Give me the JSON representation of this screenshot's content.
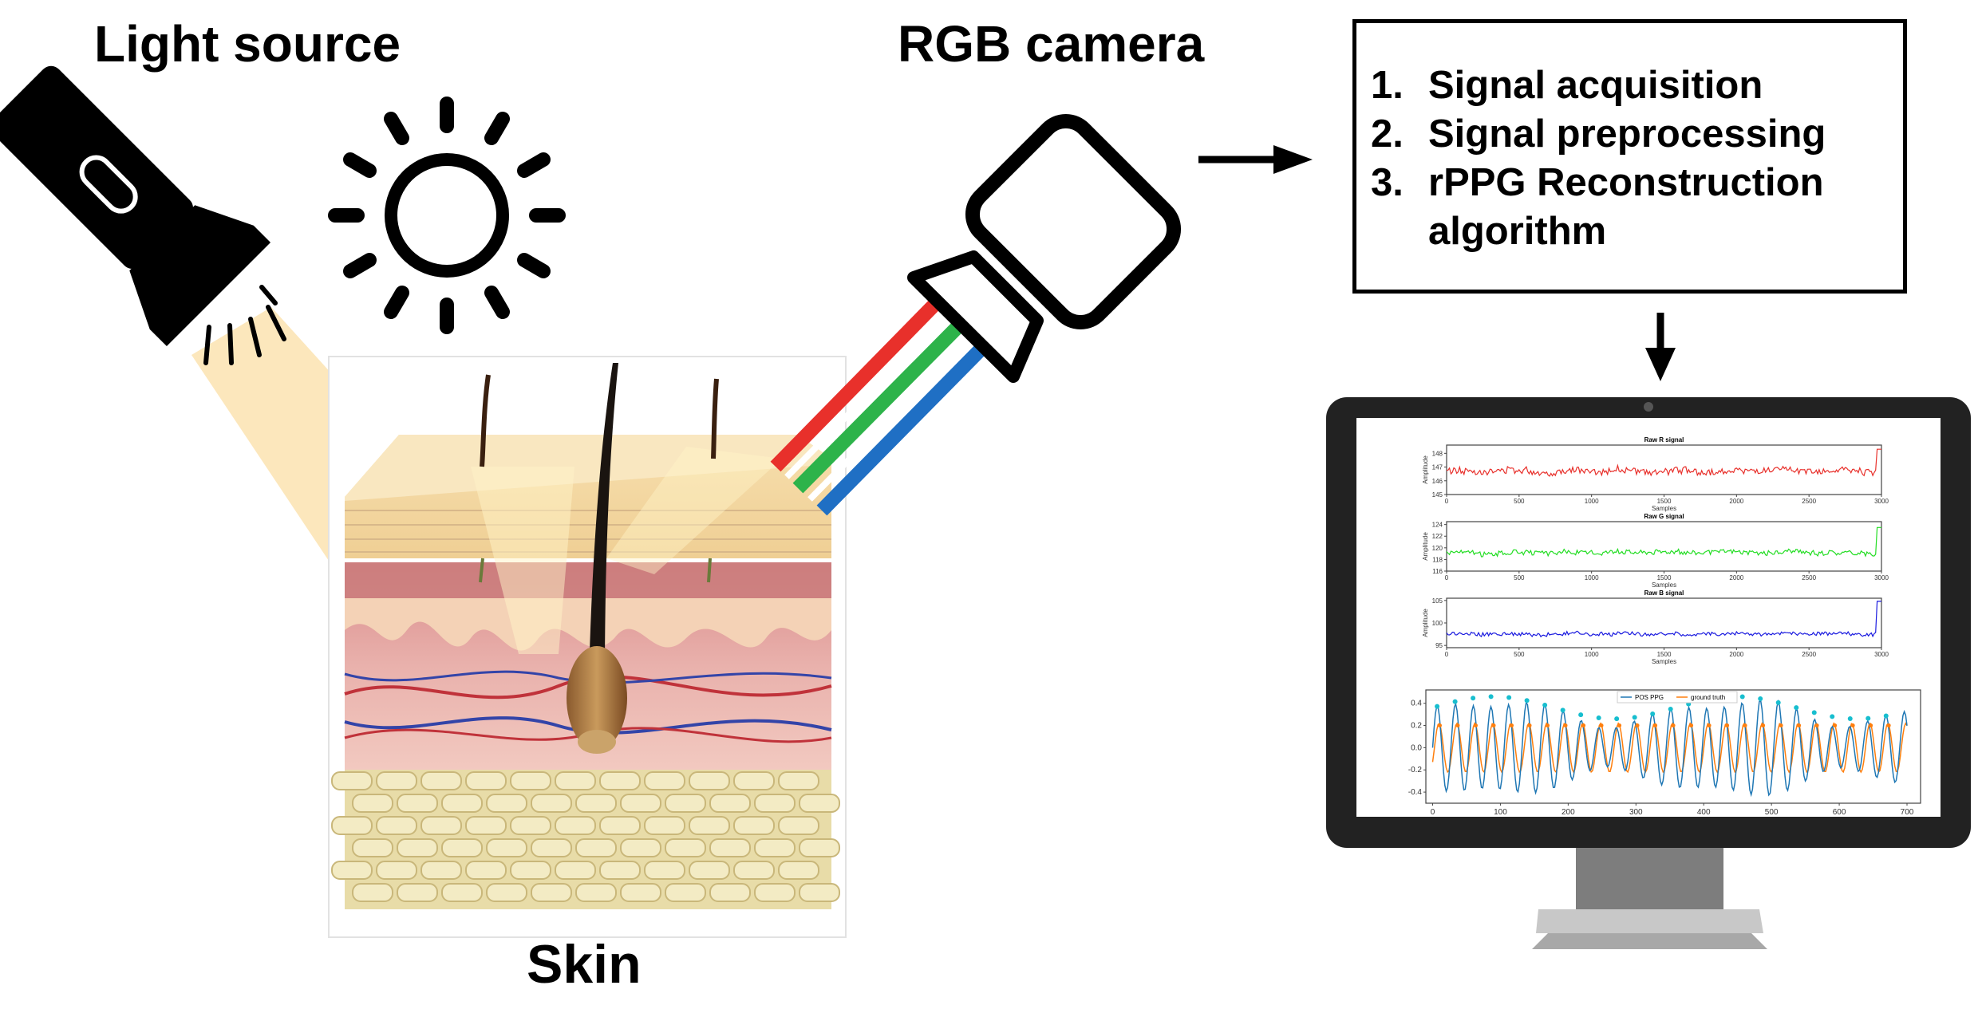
{
  "labels": {
    "light_source": "Light source",
    "rgb_camera": "RGB camera",
    "skin": "Skin"
  },
  "steps": [
    {
      "num": "1.",
      "text": "Signal acquisition"
    },
    {
      "num": "2.",
      "text": "Signal preprocessing"
    },
    {
      "num": "3.",
      "text": "rPPG Reconstruction algorithm"
    }
  ],
  "colors": {
    "red": "#e8302b",
    "green": "#2db34a",
    "blue": "#1f6fc4",
    "monitor": "#222222",
    "light_beam": "#fbe3b0",
    "pos_ppg": "#1f77b4",
    "ground_truth": "#ff7f0e"
  },
  "chart_data": [
    {
      "type": "line",
      "title": "Raw R signal",
      "xlabel": "Samples",
      "ylabel": "Amplitude",
      "xticks": [
        "0",
        "500",
        "1000",
        "1500",
        "2000",
        "2500",
        "3000"
      ],
      "yticks": [
        "145",
        "146",
        "147",
        "148"
      ],
      "xlim": [
        0,
        3000
      ],
      "ylim": [
        145,
        148.6
      ],
      "series": [
        {
          "color": "#e8302b",
          "base": 146.7,
          "amp": 0.35,
          "end_spike": 148.3
        }
      ]
    },
    {
      "type": "line",
      "title": "Raw G signal",
      "xlabel": "Samples",
      "ylabel": "Amplitude",
      "xticks": [
        "0",
        "500",
        "1000",
        "1500",
        "2000",
        "2500",
        "3000"
      ],
      "yticks": [
        "116",
        "118",
        "120",
        "122",
        "124"
      ],
      "xlim": [
        0,
        3000
      ],
      "ylim": [
        116,
        124.5
      ],
      "series": [
        {
          "color": "#22dd22",
          "base": 119.2,
          "amp": 0.6,
          "end_spike": 123.5
        }
      ]
    },
    {
      "type": "line",
      "title": "Raw B signal",
      "xlabel": "Samples",
      "ylabel": "Amplitude",
      "xticks": [
        "0",
        "500",
        "1000",
        "1500",
        "2000",
        "2500",
        "3000"
      ],
      "yticks": [
        "95",
        "100",
        "105"
      ],
      "xlim": [
        0,
        3000
      ],
      "ylim": [
        94.5,
        105.5
      ],
      "series": [
        {
          "color": "#1a1adf",
          "base": 97.6,
          "amp": 0.6,
          "end_spike": 104.8
        }
      ]
    },
    {
      "type": "line",
      "title": "",
      "xticks": [
        "0",
        "100",
        "200",
        "300",
        "400",
        "500",
        "600",
        "700"
      ],
      "yticks": [
        "-0.4",
        "-0.2",
        "0.0",
        "0.2",
        "0.4"
      ],
      "xlim": [
        -10,
        720
      ],
      "ylim": [
        -0.5,
        0.52
      ],
      "legend": "top-center",
      "series": [
        {
          "name": "POS PPG",
          "color": "#1f77b4"
        },
        {
          "name": "ground truth",
          "color": "#ff7f0e"
        }
      ]
    }
  ]
}
